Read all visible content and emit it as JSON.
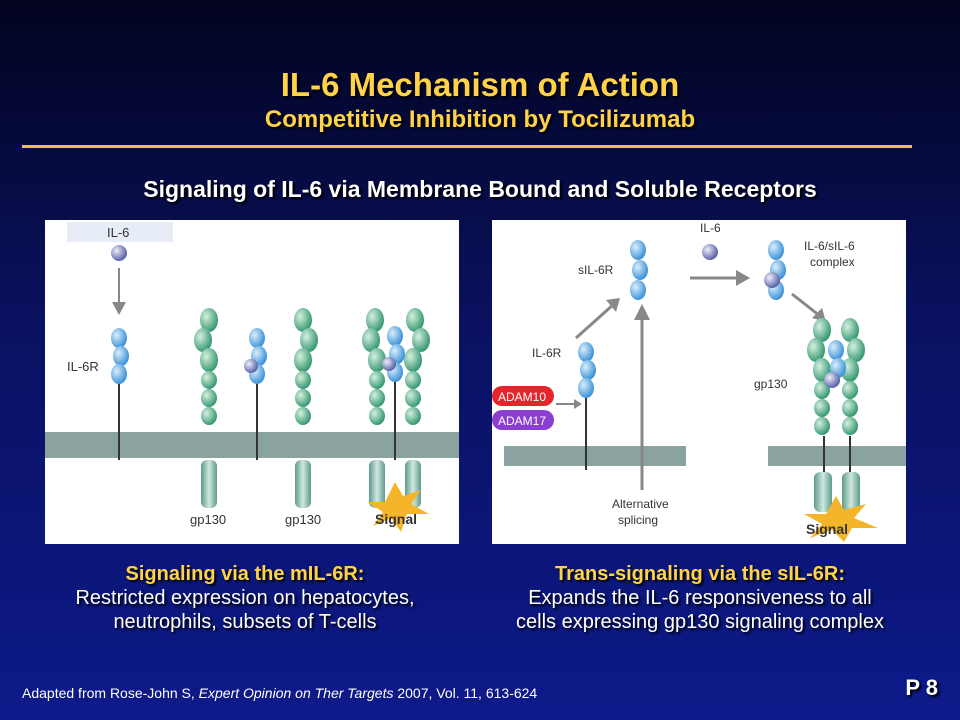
{
  "header": {
    "title": "IL-6 Mechanism of Action",
    "subtitle": "Competitive Inhibition by Tocilizumab"
  },
  "section_heading": "Signaling of IL-6 via Membrane Bound and Soluble Receptors",
  "left_diagram": {
    "labels": {
      "il6": "IL-6",
      "il6r": "IL-6R",
      "gp130_a": "gp130",
      "gp130_b": "gp130",
      "signal": "Signal"
    }
  },
  "right_diagram": {
    "labels": {
      "il6": "IL-6",
      "sil6r": "sIL-6R",
      "complex_line1": "IL-6/sIL-6",
      "complex_line2": "complex",
      "il6r": "IL-6R",
      "adam10": "ADAM10",
      "adam17": "ADAM17",
      "gp130": "gp130",
      "alt_line1": "Alternative",
      "alt_line2": "splicing",
      "signal": "Signal"
    }
  },
  "captions": {
    "left": {
      "heading": "Signaling via the mIL-6R:",
      "line1": "Restricted expression on hepatocytes,",
      "line2": "neutrophils, subsets of T-cells"
    },
    "right": {
      "heading": "Trans-signaling via the sIL-6R:",
      "line1": "Expands the IL-6 responsiveness to all",
      "line2": "cells expressing gp130 signaling complex"
    }
  },
  "footer": {
    "prefix": "Adapted from Rose-John S, ",
    "journal": "Expert Opinion on Ther Targets",
    "suffix": " 2007, Vol. 11, 613-624"
  },
  "page_number": "P 8",
  "colors": {
    "title": "#ffd24a",
    "membrane": "#8aa3a1",
    "receptor_blue": "#6fb3e8",
    "gp130_green": "#4fb48a",
    "il6_ball": "#7b85c4",
    "adam10": "#e5242b",
    "adam17": "#8a3fd1",
    "signal": "#f4b52a"
  }
}
